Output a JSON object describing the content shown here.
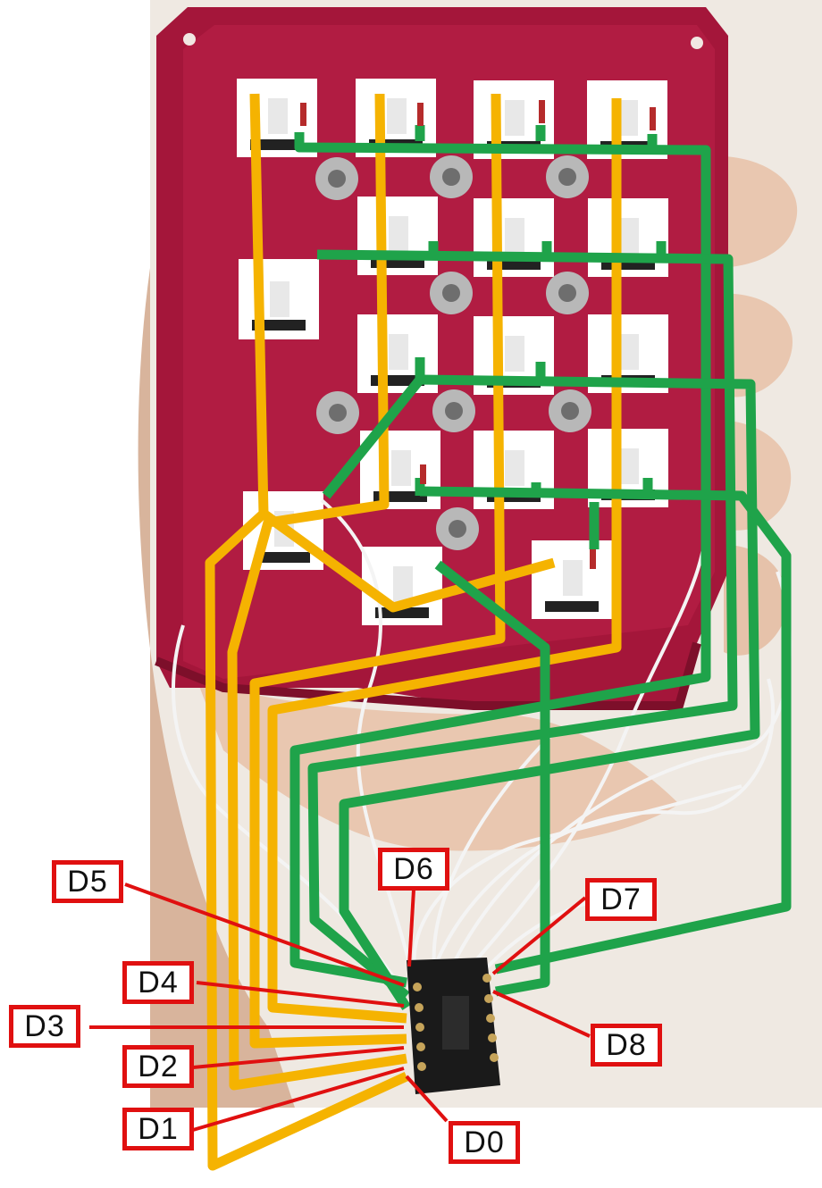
{
  "colors": {
    "board": "#a4163a",
    "board_shadow": "#7d0f2a",
    "row_wire": "#f5b301",
    "column_wire": "#1fa34a",
    "callout": "#e01010",
    "hookup_wire": "#f4f4f4",
    "microcontroller": "#1a1a1a",
    "background_wall": "#efe9e2",
    "hand": "#e9c7b0"
  },
  "pin_labels": {
    "d0": "D0",
    "d1": "D1",
    "d2": "D2",
    "d3": "D3",
    "d4": "D4",
    "d5": "D5",
    "d6": "D6",
    "d7": "D7",
    "d8": "D8"
  },
  "icons": [
    "keyboard-switch-icon",
    "nut-icon",
    "diode-icon",
    "microcontroller-icon"
  ]
}
